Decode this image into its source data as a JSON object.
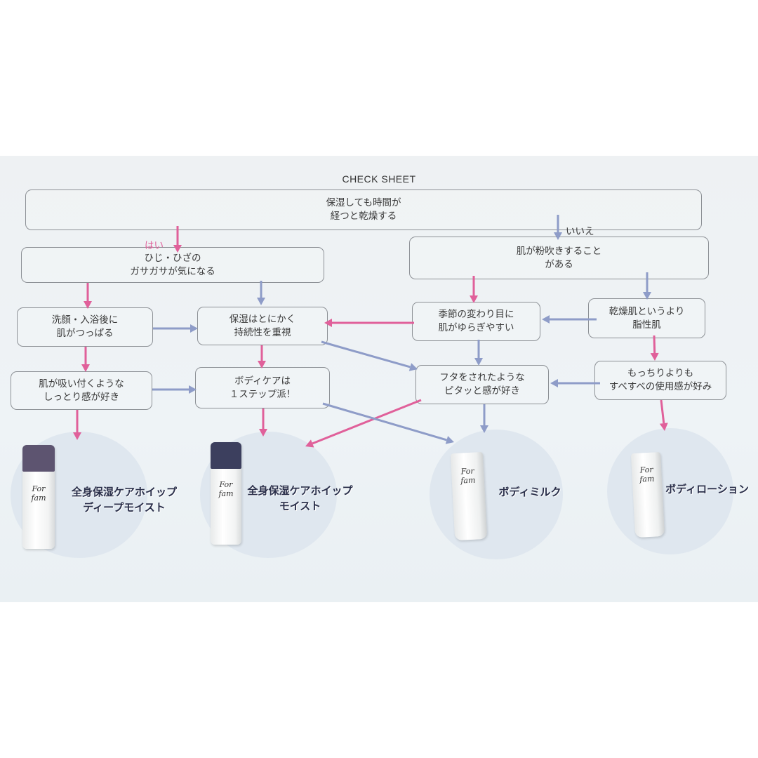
{
  "title": "CHECK SHEET",
  "colors": {
    "yes": "#e0609a",
    "no": "#8e9cc8",
    "box_border": "#8d9196"
  },
  "branch_labels": {
    "yes": "はい",
    "no": "いいえ"
  },
  "nodes": {
    "q_dry_over_time": [
      "保湿しても時間が",
      "経つと乾燥する"
    ],
    "q_elbow_knee": [
      "ひじ・ひざの",
      "ガサガサが気になる"
    ],
    "q_powdery": [
      "肌が粉吹きすること",
      "がある"
    ],
    "q_tight_after_bath": [
      "洗顔・入浴後に",
      "肌がつっぱる"
    ],
    "q_long_lasting": [
      "保湿はとにかく",
      "持続性を重視"
    ],
    "q_season_change": [
      "季節の変わり目に",
      "肌がゆらぎやすい"
    ],
    "q_oily": [
      "乾燥肌というより",
      "脂性肌"
    ],
    "q_moist_feel": [
      "肌が吸い付くような",
      "しっとり感が好き"
    ],
    "q_one_step": [
      "ボディケアは",
      "１ステップ派！"
    ],
    "q_sealed_feel": [
      "フタをされたような",
      "ピタッと感が好き"
    ],
    "q_smooth_feel": [
      "もっちりよりも",
      "すべすべの使用感が好み"
    ]
  },
  "products": [
    {
      "name": [
        "全身保湿ケアホイップ",
        "ディープモイスト"
      ],
      "brand": "For fam",
      "cap_color": "#5d5470"
    },
    {
      "name": [
        "全身保湿ケアホイップ",
        "モイスト"
      ],
      "brand": "For fam",
      "cap_color": "#3c3f5e"
    },
    {
      "name": [
        "ボディミルク"
      ],
      "brand": "For fam"
    },
    {
      "name": [
        "ボディローション"
      ],
      "brand": "For fam"
    }
  ]
}
